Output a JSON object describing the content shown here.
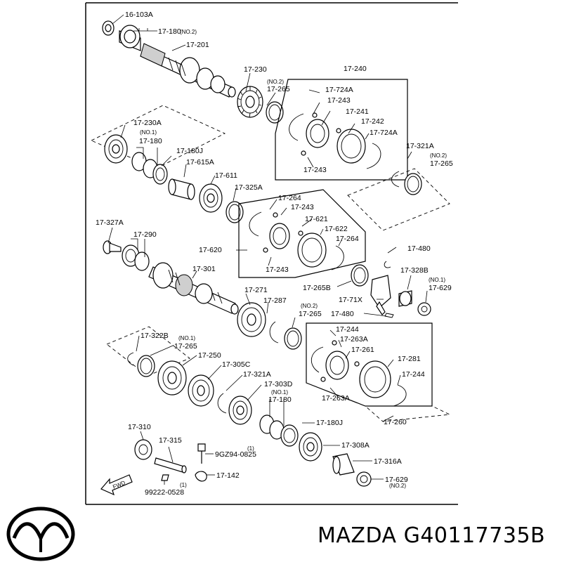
{
  "brand": {
    "name": "MAZDA",
    "part_number": "G40117735B",
    "caption": "MAZDA G40117735B"
  },
  "diagram": {
    "direction_tag": "FWD",
    "callouts": {
      "c16_103A": "16-103A",
      "c17_180_top": "17-180",
      "no2_top": "(NO.2)",
      "c17_201": "17-201",
      "c17_230": "17-230",
      "no2_a": "(NO.2)",
      "c17_265_a": "17-265",
      "c17_240": "17-240",
      "c17_724A_a": "17-724A",
      "c17_243_a": "17-243",
      "c17_241": "17-241",
      "c17_242": "17-242",
      "c17_724A_b": "17-724A",
      "c17_243_b": "17-243",
      "c17_230A": "17-230A",
      "no1_a": "(NO.1)",
      "c17_180_b": "17-180",
      "c17_180J_a": "17-180J",
      "c17_615A": "17-615A",
      "c17_611": "17-611",
      "c17_325A": "17-325A",
      "c17_321A_a": "17-321A",
      "no2_b": "(NO.2)",
      "c17_265_b": "17-265",
      "c17_264_a": "17-264",
      "c17_243_c": "17-243",
      "c17_621": "17-621",
      "c17_622": "17-622",
      "c17_264_b": "17-264",
      "c17_620": "17-620",
      "c17_243_d": "17-243",
      "c17_327A": "17-327A",
      "c17_290": "17-290",
      "c17_301": "17-301",
      "c17_480_a": "17-480",
      "c17_328B": "17-328B",
      "no1_b": "(NO.1)",
      "c17_629_a": "17-629",
      "c17_265B": "17-265B",
      "c17_71X": "17-71X",
      "c17_480_b": "17-480",
      "c17_271": "17-271",
      "c17_287": "17-287",
      "no2_c": "(NO.2)",
      "c17_265_c": "17-265",
      "c17_244_a": "17-244",
      "c17_263A_a": "17-263A",
      "c17_261": "17-261",
      "c17_281": "17-281",
      "c17_244_b": "17-244",
      "c17_263A_b": "17-263A",
      "c17_260": "17-260",
      "c17_322B": "17-322B",
      "no1_c": "(NO.1)",
      "c17_265_d": "17-265",
      "c17_250": "17-250",
      "c17_305C": "17-305C",
      "c17_321A_b": "17-321A",
      "c17_303D": "17-303D",
      "no1_d": "(NO.1)",
      "c17_180_c": "17-180",
      "c17_180J_b": "17-180J",
      "c17_308A": "17-308A",
      "c17_316A": "17-316A",
      "c17_629_b": "17-629",
      "no2_d": "(NO.2)",
      "c17_310": "17-310",
      "c17_315": "17-315",
      "one_a": "(1)",
      "c9GZ94": "9GZ94-0825",
      "c17_142": "17-142",
      "one_b": "(1)",
      "c99222": "99222-0528"
    }
  }
}
